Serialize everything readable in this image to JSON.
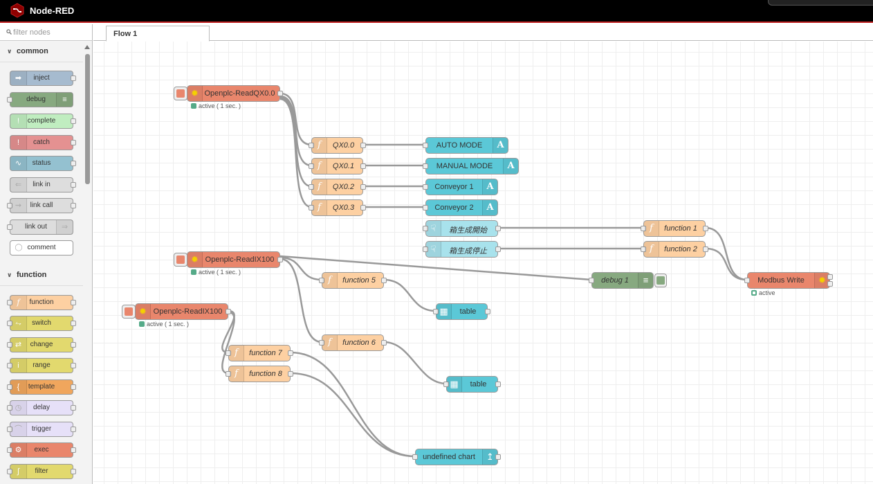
{
  "app": {
    "title": "Node-RED"
  },
  "palette": {
    "filter_placeholder": "filter nodes",
    "categories": [
      {
        "label": "common",
        "nodes": [
          {
            "label": "inject",
            "color": "#a6bbcf",
            "icon": "arrow-right-icon"
          },
          {
            "label": "debug",
            "color": "#87a980",
            "icon": "list-icon"
          },
          {
            "label": "complete",
            "color": "#c0edc0",
            "icon": "exclamation-icon"
          },
          {
            "label": "catch",
            "color": "#e49191",
            "icon": "exclamation-icon"
          },
          {
            "label": "status",
            "color": "#94c1d0",
            "icon": "pulse-icon"
          },
          {
            "label": "link in",
            "color": "#dddddd",
            "icon": "link-in-icon"
          },
          {
            "label": "link call",
            "color": "#dddddd",
            "icon": "link-call-icon"
          },
          {
            "label": "link out",
            "color": "#dddddd",
            "icon": "link-out-icon"
          },
          {
            "label": "comment",
            "color": "#ffffff",
            "icon": "comment-icon"
          }
        ]
      },
      {
        "label": "function",
        "nodes": [
          {
            "label": "function",
            "color": "#fdd0a2",
            "icon": "function-icon"
          },
          {
            "label": "switch",
            "color": "#e2d96e",
            "icon": "switch-icon"
          },
          {
            "label": "change",
            "color": "#e2d96e",
            "icon": "shuffle-icon"
          },
          {
            "label": "range",
            "color": "#e2d96e",
            "icon": "range-icon"
          },
          {
            "label": "template",
            "color": "#f0a65d",
            "icon": "template-icon"
          },
          {
            "label": "delay",
            "color": "#e6e0f8",
            "icon": "timer-icon"
          },
          {
            "label": "trigger",
            "color": "#e6e0f8",
            "icon": "trigger-icon"
          },
          {
            "label": "exec",
            "color": "#e9866c",
            "icon": "cog-icon"
          },
          {
            "label": "filter",
            "color": "#e2d96e",
            "icon": "filter-icon"
          }
        ]
      }
    ]
  },
  "tabs": [
    {
      "label": "Flow 1"
    }
  ],
  "flow": {
    "nodes": {
      "readqx": {
        "label": "Openplc-ReadQX0.0",
        "status": "active ( 1 sec. )"
      },
      "readix1": {
        "label": "Openplc-ReadIX100",
        "status": "active ( 1 sec. )"
      },
      "readix2": {
        "label": "Openplc-ReadIX100",
        "status": "active ( 1 sec. )"
      },
      "qx00": {
        "label": "QX0.0"
      },
      "qx01": {
        "label": "QX0.1"
      },
      "qx02": {
        "label": "QX0.2"
      },
      "qx03": {
        "label": "QX0.3"
      },
      "auto": {
        "label": "AUTO MODE"
      },
      "manual": {
        "label": "MANUAL MODE"
      },
      "conv1": {
        "label": "Conveyor 1"
      },
      "conv2": {
        "label": "Conveyor 2"
      },
      "btnstart": {
        "label": "箱生成開始"
      },
      "btnstop": {
        "label": "箱生成停止"
      },
      "fn1": {
        "label": "function 1"
      },
      "fn2": {
        "label": "function 2"
      },
      "modbus": {
        "label": "Modbus Write",
        "status": "active"
      },
      "debug1": {
        "label": "debug 1"
      },
      "fn5": {
        "label": "function 5"
      },
      "fn6": {
        "label": "function 6"
      },
      "fn7": {
        "label": "function 7"
      },
      "fn8": {
        "label": "function 8"
      },
      "table1": {
        "label": "table"
      },
      "table2": {
        "label": "table"
      },
      "chart": {
        "label": "undefined chart"
      }
    },
    "colors": {
      "openplc": "#e9866c",
      "function": "#fdd0a2",
      "dashboard": "#5bc8d7",
      "button": "#a8e2ec",
      "debug": "#87a980",
      "status_green": "#55aa88"
    }
  }
}
